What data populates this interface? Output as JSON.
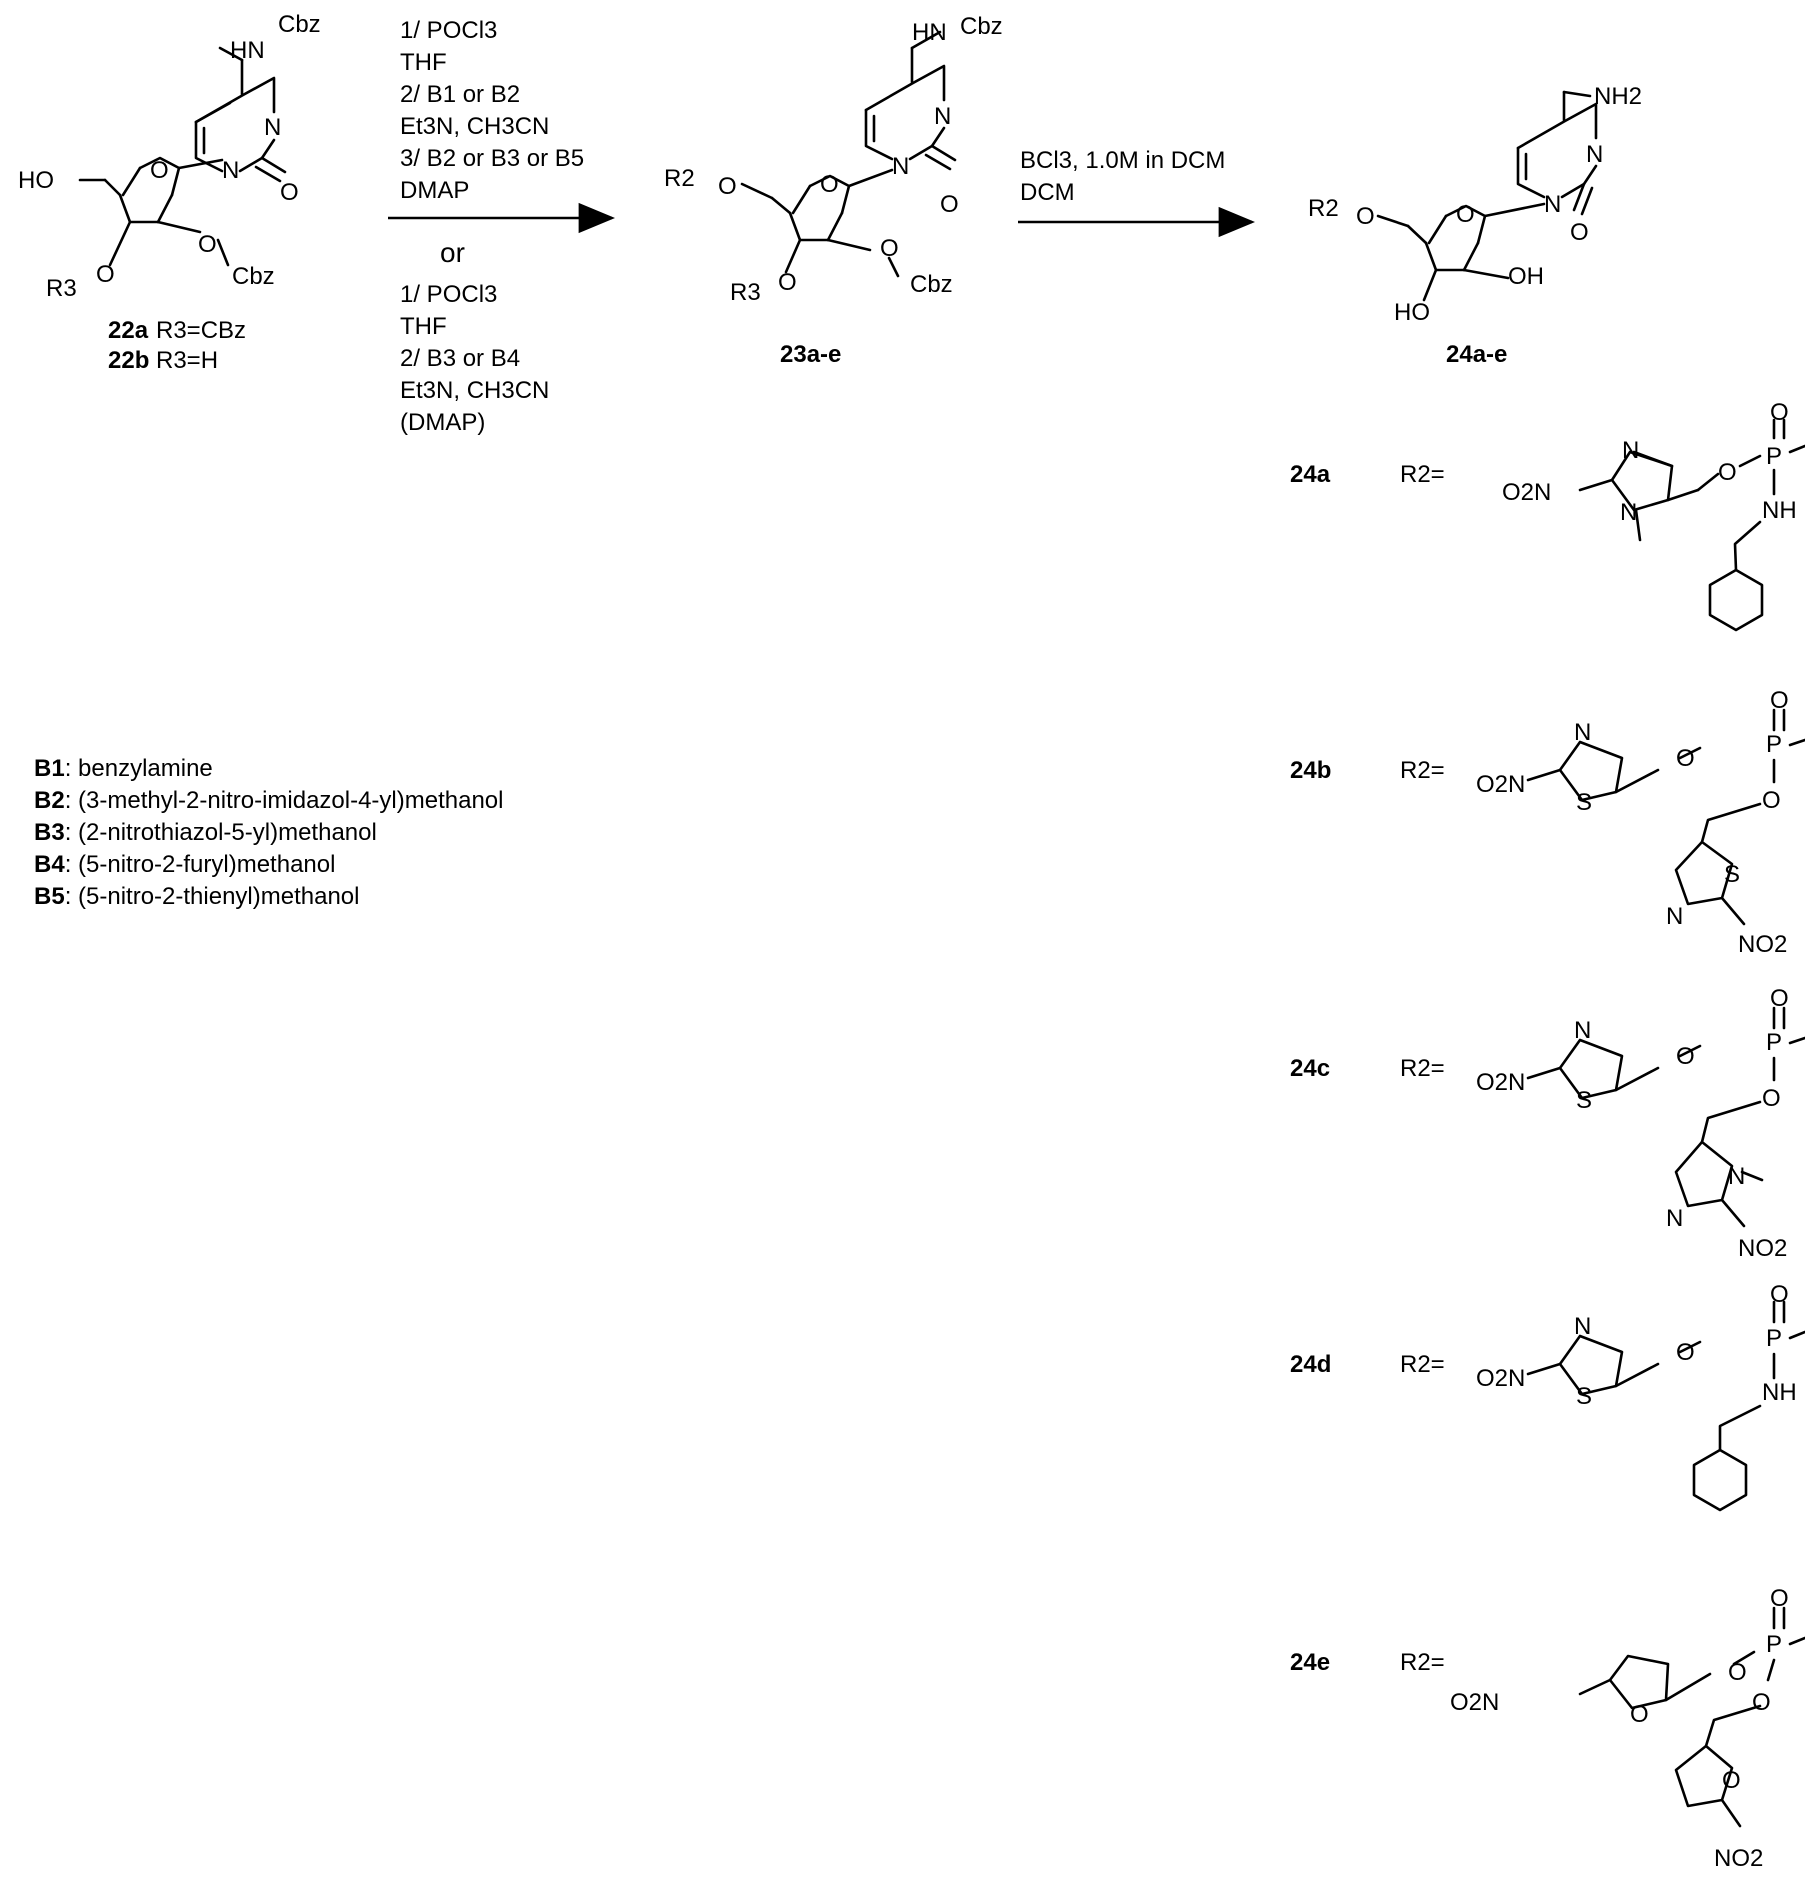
{
  "compounds": {
    "c22": {
      "id_a": "22a",
      "id_b": "22b",
      "r3_a": "R3=CBz",
      "r3_b": "R3=H"
    },
    "c23": {
      "id": "23a-e"
    },
    "c24": {
      "id": "24a-e"
    }
  },
  "step1": {
    "route1": [
      "1/ POCl3",
      "THF",
      "2/ B1 or B2",
      "Et3N, CH3CN",
      "3/ B2 or B3 or B5",
      "DMAP"
    ],
    "or_label": "or",
    "route2": [
      "1/ POCl3",
      "THF",
      "2/ B3 or B4",
      "Et3N, CH3CN",
      "(DMAP)"
    ]
  },
  "step2": {
    "lines": [
      "BCl3, 1.0M in DCM",
      "DCM"
    ]
  },
  "reagents": [
    {
      "code": "B1",
      "name": "benzylamine"
    },
    {
      "code": "B2",
      "name": "(3-methyl-2-nitro-imidazol-4-yl)methanol"
    },
    {
      "code": "B3",
      "name": "(2-nitrothiazol-5-yl)methanol"
    },
    {
      "code": "B4",
      "name": "(5-nitro-2-furyl)methanol"
    },
    {
      "code": "B5",
      "name": "(5-nitro-2-thienyl)methanol"
    }
  ],
  "r_groups": [
    {
      "id": "24a",
      "label": "R2="
    },
    {
      "id": "24b",
      "label": "R2="
    },
    {
      "id": "24c",
      "label": "R2="
    },
    {
      "id": "24d",
      "label": "R2="
    },
    {
      "id": "24e",
      "label": "R2="
    }
  ],
  "atoms": {
    "O": "O",
    "N": "N",
    "S": "S",
    "P": "P",
    "HN": "HN",
    "NH": "NH",
    "NH2": "NH2",
    "NO2": "NO2",
    "O2N": "O2N",
    "Cbz": "Cbz",
    "HO": "HO",
    "OH": "OH",
    "R2": "R2",
    "R3": "R3"
  }
}
